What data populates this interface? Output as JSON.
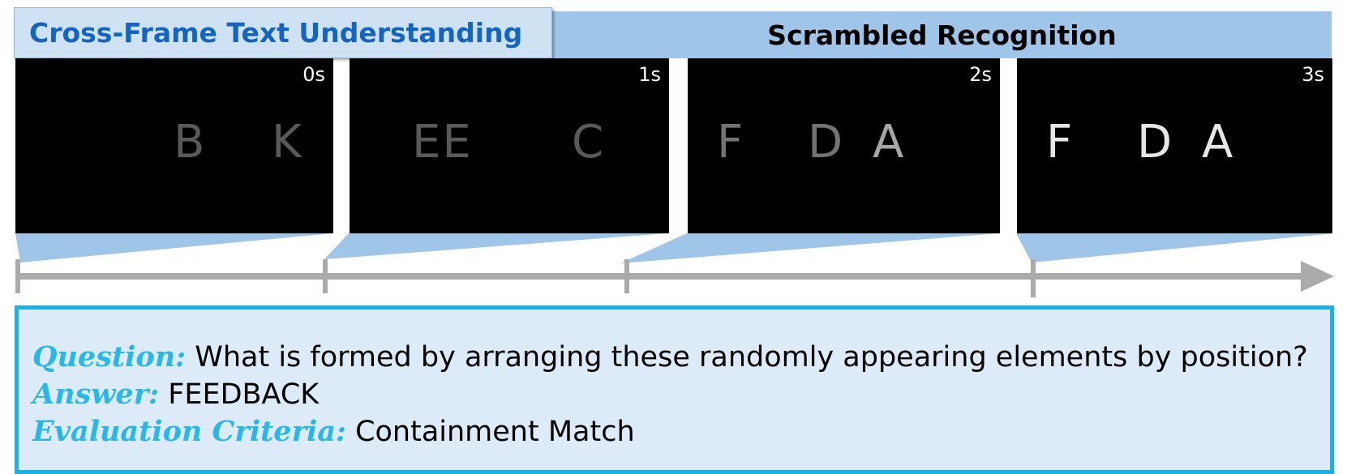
{
  "header": {
    "category": "Cross-Frame Text Understanding",
    "task": "Scrambled Recognition"
  },
  "frames": [
    {
      "time": "0s",
      "letters": [
        {
          "char": "B",
          "brightness": 0.35
        },
        {
          "char": "K",
          "brightness": 0.35
        }
      ]
    },
    {
      "time": "1s",
      "letters": [
        {
          "char": "EE",
          "brightness": 0.35
        },
        {
          "char": "C",
          "brightness": 0.35
        }
      ]
    },
    {
      "time": "2s",
      "letters": [
        {
          "char": "F",
          "brightness": 0.45
        },
        {
          "char": "D",
          "brightness": 0.45
        },
        {
          "char": "A",
          "brightness": 0.65
        }
      ]
    },
    {
      "time": "3s",
      "letters": [
        {
          "char": "F",
          "brightness": 0.9
        },
        {
          "char": "D",
          "brightness": 0.9
        },
        {
          "char": "A",
          "brightness": 0.9
        }
      ]
    }
  ],
  "qa": {
    "question_label": "Question:",
    "question": "What is formed by arranging these randomly appearing elements by position?",
    "answer_label": "Answer:",
    "answer": "FEEDBACK",
    "criteria_label": "Evaluation Criteria:",
    "criteria": "Containment Match"
  },
  "colors": {
    "header_bar": "#9fc5e8",
    "category_tab": "#cfe2f3",
    "category_text": "#1565c0",
    "connector": "#9fc5e8",
    "timeline": "#aaaaaa",
    "qa_border": "#1ab0e8",
    "qa_background": "#ddeaf7",
    "qa_label": "#29b6e8"
  }
}
